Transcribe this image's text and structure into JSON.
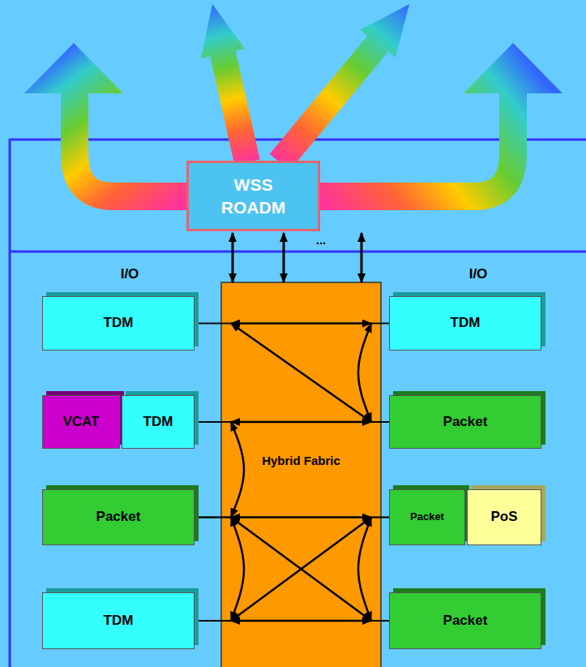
{
  "diagram": {
    "nodes": [
      {
        "text": [
          "WSS ROADM"
        ]
      },
      {
        "text": [
          "Hybrid Fabric"
        ]
      },
      {
        "text": [
          "TDM"
        ]
      },
      {
        "text": [
          "TDM"
        ]
      },
      {
        "text": [
          "VCAT"
        ]
      },
      {
        "text": [
          "TDM"
        ]
      },
      {
        "text": [
          "Packet"
        ]
      },
      {
        "text": [
          "Packet"
        ]
      },
      {
        "text": [
          "Packet"
        ]
      },
      {
        "text": [
          "PoS"
        ]
      },
      {
        "text": [
          "TDM"
        ]
      },
      {
        "text": [
          "Packet"
        ]
      }
    ],
    "edges": [
      {
        "from": 0,
        "to": 1,
        "arrow": "both"
      },
      {
        "from": 0,
        "to": 1,
        "arrow": "both"
      },
      {
        "from": 0,
        "to": 1,
        "arrow": "both"
      },
      {
        "from": 2,
        "to": 3,
        "arrow": "both"
      },
      {
        "from": 2,
        "to": 6,
        "arrow": "both"
      },
      {
        "from": 3,
        "to": 6,
        "arrow": "both"
      },
      {
        "from": 5,
        "to": 6,
        "arrow": "both"
      },
      {
        "from": 5,
        "to": 7,
        "arrow": "both"
      },
      {
        "from": 7,
        "to": 8,
        "arrow": "both"
      },
      {
        "from": 7,
        "to": 11,
        "arrow": "both"
      },
      {
        "from": 10,
        "to": 8,
        "arrow": "both"
      },
      {
        "from": 7,
        "to": 10,
        "arrow": "both"
      },
      {
        "from": 8,
        "to": 11,
        "arrow": "both"
      },
      {
        "from": 10,
        "to": 11,
        "arrow": "both"
      }
    ],
    "labels": [
      "I/O",
      "I/O",
      "..."
    ]
  }
}
